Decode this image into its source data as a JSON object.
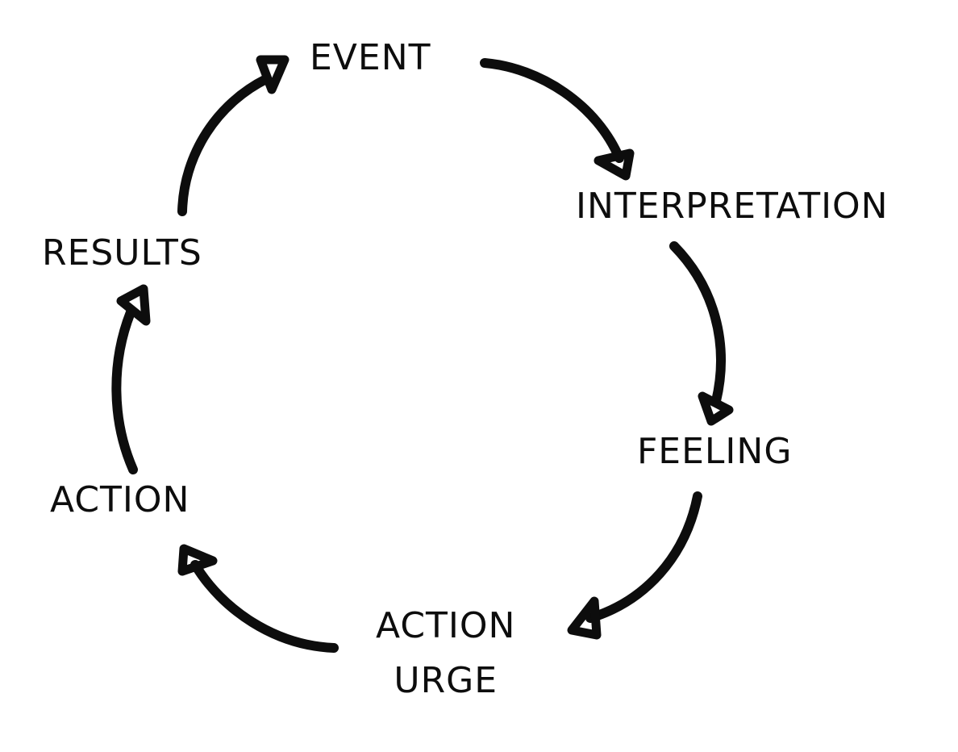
{
  "diagram": {
    "nodes": [
      {
        "id": "event",
        "label": "EVENT"
      },
      {
        "id": "interpretation",
        "label": "INTERPRETATION"
      },
      {
        "id": "feeling",
        "label": "FEELING"
      },
      {
        "id": "action_urge",
        "label_line1": "ACTION",
        "label_line2": "URGE"
      },
      {
        "id": "action",
        "label": "ACTION"
      },
      {
        "id": "results",
        "label": "RESULTS"
      }
    ],
    "edges": [
      {
        "from": "event",
        "to": "interpretation"
      },
      {
        "from": "interpretation",
        "to": "feeling"
      },
      {
        "from": "feeling",
        "to": "action_urge"
      },
      {
        "from": "action_urge",
        "to": "action"
      },
      {
        "from": "action",
        "to": "results"
      },
      {
        "from": "results",
        "to": "event"
      }
    ],
    "stroke_color": "#0d0d0d",
    "text_color": "#0d0d0d",
    "background": "#ffffff"
  }
}
